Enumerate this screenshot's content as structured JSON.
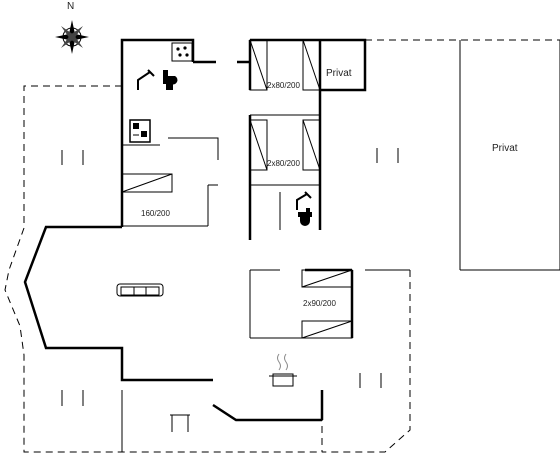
{
  "compass": {
    "letter": "N",
    "icon": "compass-rose-icon"
  },
  "rooms": {
    "bedroom_double": {
      "bed_label": "160/200"
    },
    "bedroom_top": {
      "bed_label": "2x80/200"
    },
    "bedroom_mid": {
      "bed_label": "2x80/200"
    },
    "bedroom_lower": {
      "bed_label": "2x90/200"
    },
    "private_small": {
      "label": "Privat"
    },
    "private_large": {
      "label": "Privat"
    }
  },
  "icons": [
    "compass-rose-icon",
    "shower-icon",
    "toilet-icon",
    "whirlpool-icon",
    "sauna-icon",
    "sofa-icon",
    "cooking-pot-icon",
    "bed-icon",
    "door-icon"
  ]
}
